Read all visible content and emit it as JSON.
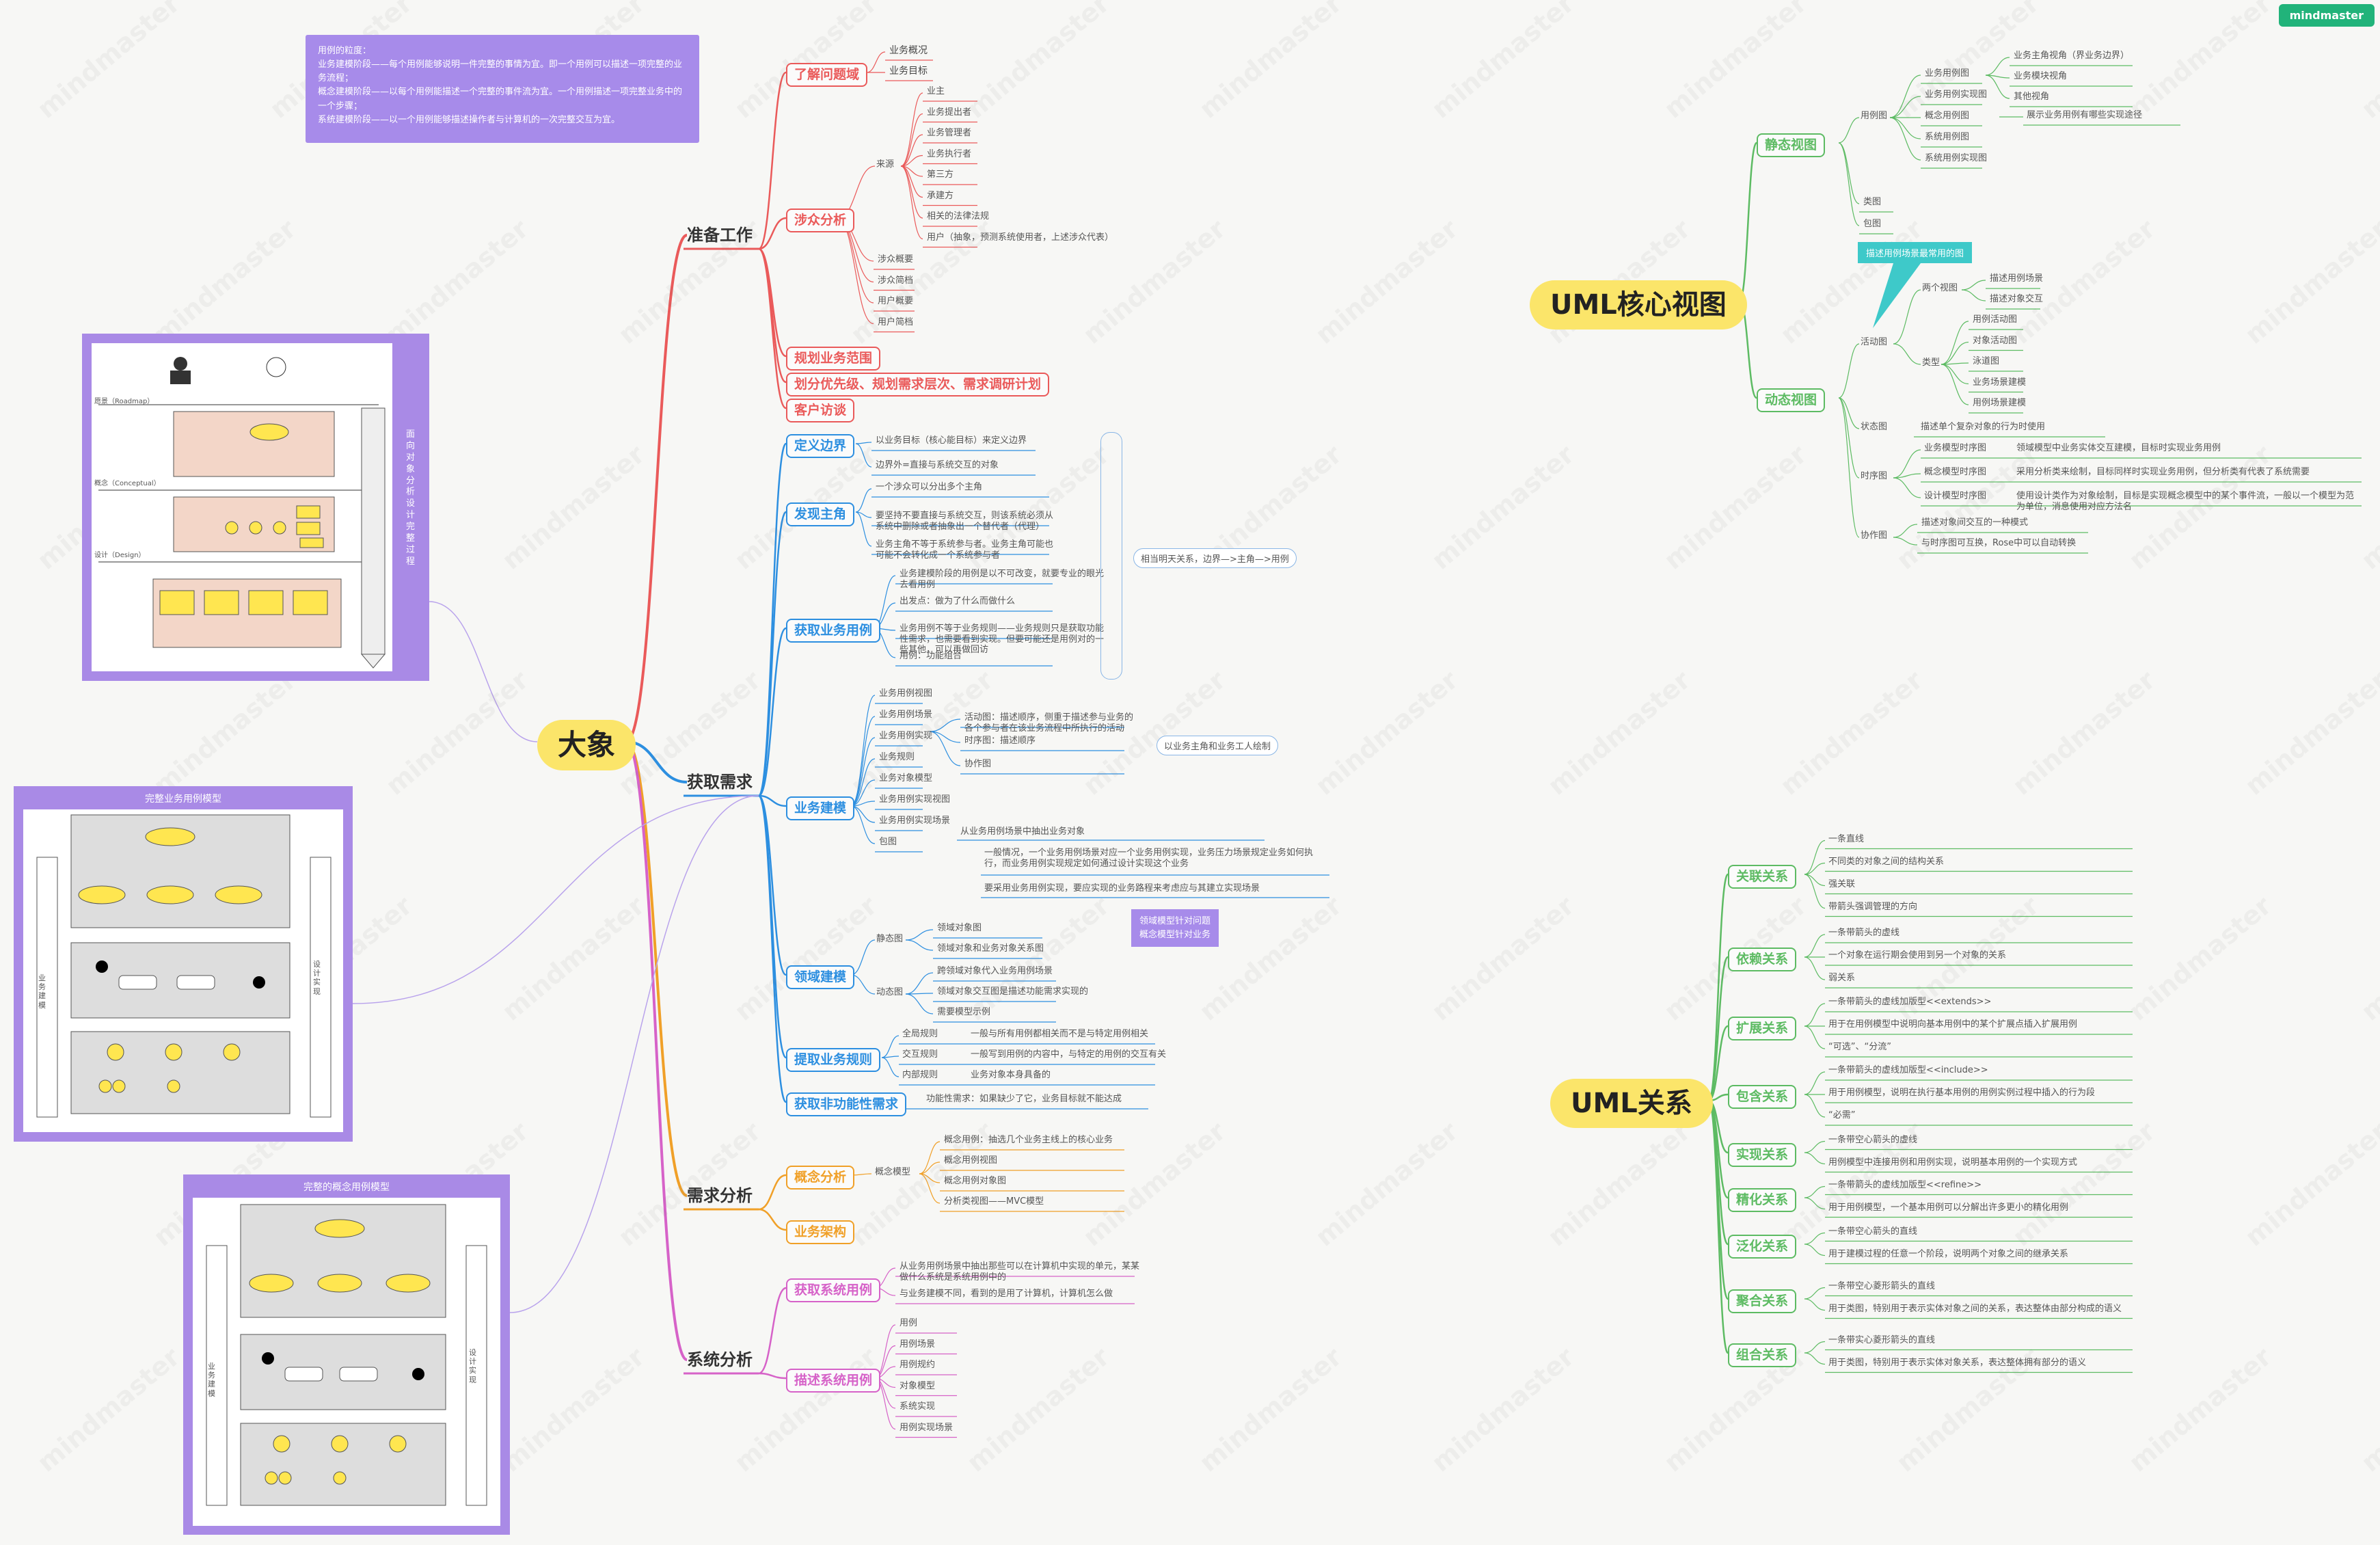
{
  "brand": "mindmaster",
  "colors": {
    "prep": "#ea5a5a",
    "req": "#2d8fe0",
    "analysis": "#f0a028",
    "sys": "#d662c8",
    "green": "#5dbb63",
    "root": "#fbe56a"
  },
  "main_root": "大象",
  "note": "用例的粒度：\n业务建模阶段——每个用例能够说明一件完整的事情为宜。即一个用例可以描述一项完整的业务流程；\n概念建模阶段——以每个用例能描述一个完整的事件流为宜。一个用例描述一项完整业务中的一个步骤；\n系统建模阶段——以一个用例能够描述操作者与计算机的一次完整交互为宜。",
  "branches": {
    "prep": "准备工作",
    "req": "获取需求",
    "analysis": "需求分析",
    "sys": "系统分析"
  },
  "prep": {
    "l2": [
      "了解问题域",
      "涉众分析",
      "规划业务范围",
      "划分优先级、规划需求层次、需求调研计划",
      "客户访谈"
    ],
    "domain_children": [
      "业务概况",
      "业务目标"
    ],
    "source": "来源",
    "sources": [
      "业主",
      "业务提出者",
      "业务管理者",
      "业务执行者",
      "第三方",
      "承建方",
      "相关的法律法规",
      "用户（抽象，预测系统使用者，上述涉众代表）"
    ],
    "stake_more": [
      "涉众概要",
      "涉众简档",
      "用户概要",
      "用户简档"
    ]
  },
  "req": {
    "l2": [
      "定义边界",
      "发现主角",
      "获取业务用例",
      "业务建模",
      "领域建模",
      "提取业务规则",
      "获取非功能性需求"
    ],
    "boundary_items": [
      "以业务目标（核心能目标）来定义边界",
      "边界外=直接与系统交互的对象"
    ],
    "actor_items": [
      "一个涉众可以分出多个主角",
      "要坚持不要直接与系统交互，则该系统必须从系统中删除或者抽象出一个替代者（代理）",
      "业务主角不等于系统参与者。业务主角可能也可能不会转化成一个系统参与者"
    ],
    "getuc_items": [
      "业务建模阶段的用例是以不可改变，就要专业的眼光去看用例",
      "出发点：做为了什么而做什么",
      "业务用例不等于业务规则——业务规则只是获取功能性需求，也需要看到实现。但要可能还是用例对的一些其他，可以再做回访",
      "用例：功能组合"
    ],
    "summary": "相当明天关系，边界—>主角—>用例",
    "model_items": [
      "业务用例视图",
      "业务用例场景",
      "业务用例实现",
      "业务规则",
      "业务对象模型",
      "业务用例实现视图",
      "业务用例实现场景",
      "包图"
    ],
    "scene_children": [
      "活动图：描述顺序，侧重于描述参与业务的各个参与者在该业务流程中所执行的活动",
      "时序图：描述顺序",
      "协作图"
    ],
    "scene_summary": "以业务主角和业务工人绘制",
    "obj_model": "从业务用例场景中抽出业务对象",
    "impl_view": "一般情况，一个业务用例场景对应一个业务用例实现，业务压力场景规定业务如何执行，而业务用例实现规定如何通过设计实现这个业务",
    "impl_scene": "要采用业务用例实现，要应实现的业务路程来考虑应与其建立实现场景",
    "domain_static": "静态图",
    "domain_dynamic": "动态图",
    "static_items": [
      "领域对象图",
      "领域对象和业务对象关系图"
    ],
    "dynamic_items": [
      "跨领域对象代入业务用例场景",
      "领域对象交互图是描述功能需求实现的",
      "需要模型示例"
    ],
    "callout": "领域模型针对问题\n概念模型针对业务",
    "rules": [
      "全局规则",
      "交互规则",
      "内部规则"
    ],
    "rules_desc": [
      "一般与所有用例都相关而不是与特定用例相关",
      "一般写到用例的内容中，与特定的用例的交互有关",
      "业务对象本身具备的"
    ],
    "nonfunc_desc": "功能性需求：如果缺少了它，业务目标就不能达成"
  },
  "analysis": {
    "l2": [
      "概念分析",
      "业务架构"
    ],
    "concept_model": "概念模型",
    "concept_items": [
      "概念用例：抽选几个业务主线上的核心业务",
      "概念用例视图",
      "概念用例对象图",
      "分析类视图——MVC模型"
    ]
  },
  "sys": {
    "l2": [
      "获取系统用例",
      "描述系统用例"
    ],
    "get_items": [
      "从业务用例场景中抽出那些可以在计算机中实现的单元，某某做什么系统是系统用例中的",
      "与业务建模不同，看到的是用了计算机，计算机怎么做"
    ],
    "desc_items": [
      "用例",
      "用例场景",
      "用例规约",
      "对象模型",
      "系统实现",
      "用例实现场景"
    ]
  },
  "core": {
    "root": "UML核心视图",
    "l2": [
      "静态视图",
      "动态视图"
    ],
    "static_group": "用例图",
    "static_children": [
      "业务用例图",
      "业务用例实现图",
      "概念用例图",
      "系统用例图",
      "系统用例实现图"
    ],
    "biz_uc_children": [
      "业务主角视角（界业务边界）",
      "业务模块视角",
      "其他视角"
    ],
    "biz_impl_child": "展示业务用例有哪些实现途径",
    "static_more": [
      "类图",
      "包图"
    ],
    "teal": "描述用例场景最常用的图",
    "activity": "活动图",
    "two_views": "两个视图",
    "two_views_items": [
      "描述用例场景",
      "描述对象交互"
    ],
    "type": "类型",
    "type_items": [
      "用例活动图",
      "对象活动图",
      "泳道图",
      "业务场景建模",
      "用例场景建模"
    ],
    "state": "状态图",
    "state_desc": "描述单个复杂对象的行为时使用",
    "seq": "时序图",
    "seq_items": [
      "业务模型时序图",
      "概念模型时序图",
      "设计模型时序图"
    ],
    "seq_desc": [
      "领域模型中业务实体交互建模，目标时实现业务用例",
      "采用分析类来绘制，目标同样时实现业务用例，但分析类有代表了系统需要",
      "使用设计类作为对象绘制，目标是实现概念模型中的某个事件流，一般以一个模型为范为单位，消息使用对应方法名"
    ],
    "collab": "协作图",
    "collab_items": [
      "描述对象间交互的一种模式",
      "与时序图可互换，Rose中可以自动转换"
    ]
  },
  "relations": {
    "root": "UML关系",
    "items": [
      {
        "name": "关联关系",
        "desc": [
          "一条直线",
          "不同类的对象之间的结构关系",
          "强关联",
          "带箭头强调管理的方向"
        ]
      },
      {
        "name": "依赖关系",
        "desc": [
          "一条带箭头的虚线",
          "一个对象在运行期会使用到另一个对象的关系",
          "弱关系"
        ]
      },
      {
        "name": "扩展关系",
        "desc": [
          "一条带箭头的虚线加版型<<extends>>",
          "用于在用例模型中说明向基本用例中的某个扩展点插入扩展用例",
          "“可选”、“分流”"
        ]
      },
      {
        "name": "包含关系",
        "desc": [
          "一条带箭头的虚线加版型<<include>>",
          "用于用例模型，说明在执行基本用例的用例实例过程中插入的行为段",
          "“必需”"
        ]
      },
      {
        "name": "实现关系",
        "desc": [
          "一条带空心箭头的虚线",
          "用例模型中连接用例和用例实现，说明基本用例的一个实现方式"
        ]
      },
      {
        "name": "精化关系",
        "desc": [
          "一条带箭头的虚线加版型<<refine>>",
          "用于用例模型，一个基本用例可以分解出许多更小的精化用例"
        ]
      },
      {
        "name": "泛化关系",
        "desc": [
          "一条带空心箭头的直线",
          "用于建模过程的任意一个阶段，说明两个对象之间的继承关系"
        ]
      },
      {
        "name": "聚合关系",
        "desc": [
          "一条带空心菱形箭头的直线",
          "用于类图，特别用于表示实体对象之间的关系，表达整体由部分构成的语义"
        ]
      },
      {
        "name": "组合关系",
        "desc": [
          "一条带实心菱形箭头的直线",
          "用于类图，特别用于表示实体对象关系，表达整体拥有部分的语义"
        ]
      }
    ]
  },
  "panels": {
    "p1": {
      "title": "",
      "side": "面向对象分析设计完整过程",
      "row_labels": [
        "愿景（Roadmap）",
        "概念（Conceptual）",
        "设计（Design）"
      ]
    },
    "p2": {
      "title": "完整业务用例模型",
      "left": "业务建模",
      "right": "设计实现"
    },
    "p3": {
      "title": "完整的概念用例模型",
      "left": "业务建模",
      "right": "设计实现"
    }
  }
}
